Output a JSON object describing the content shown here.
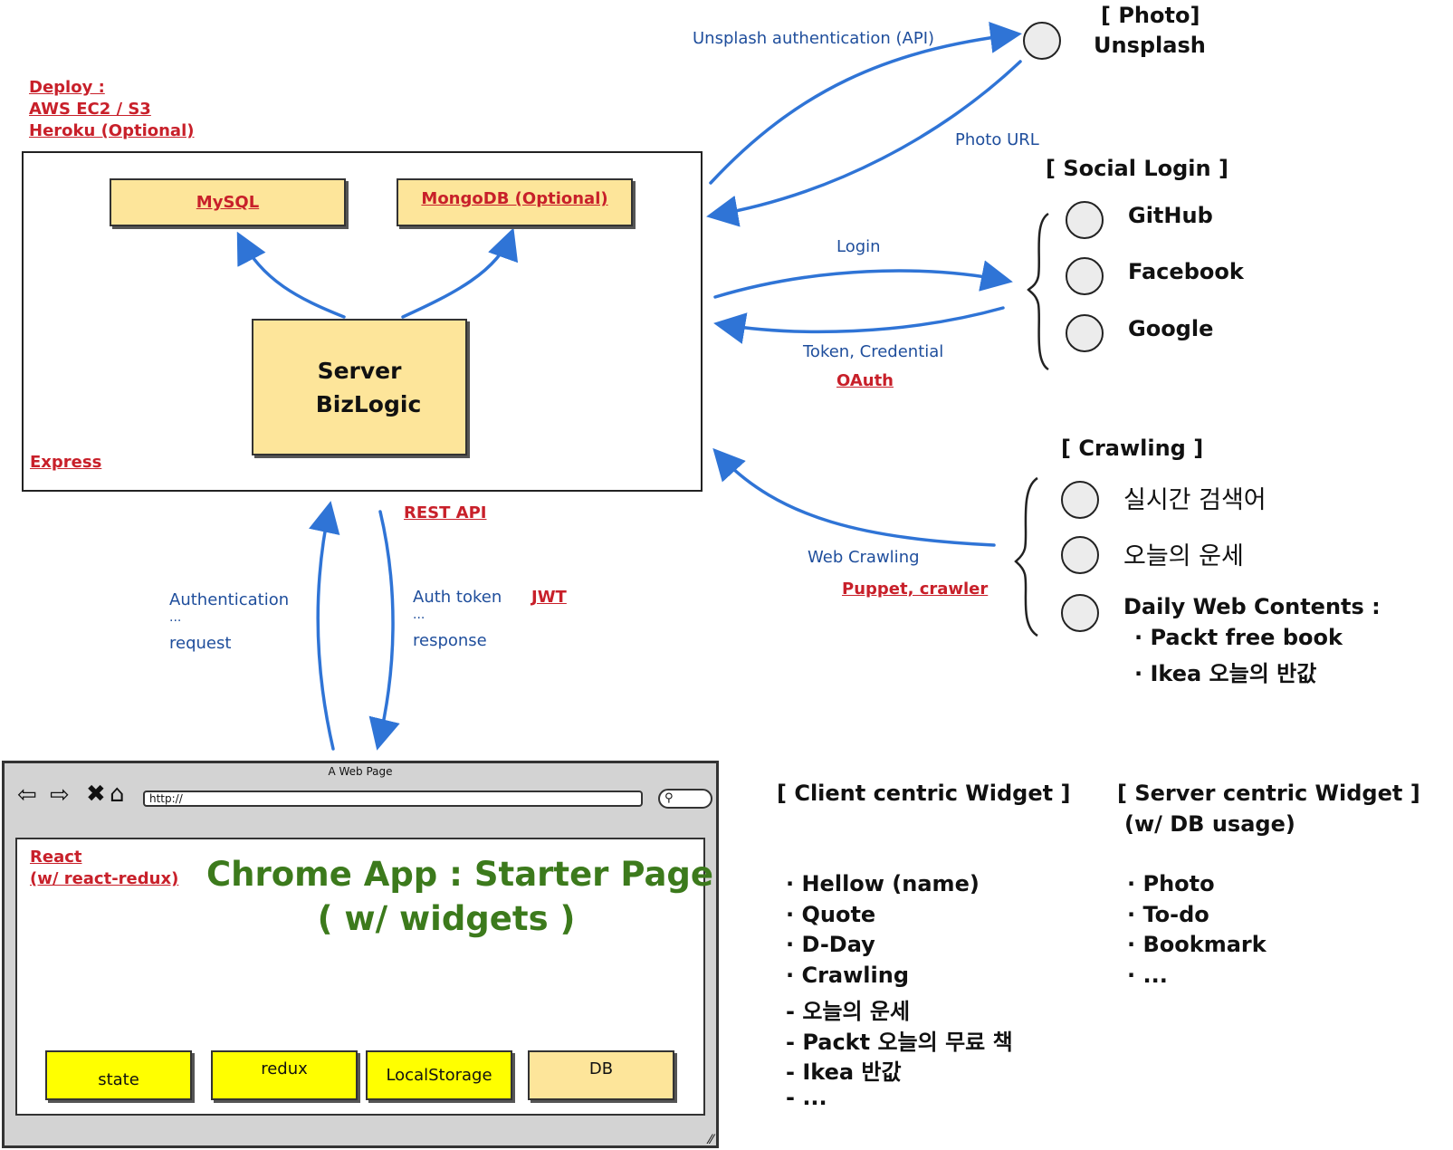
{
  "deploy": {
    "line1": "Deploy :",
    "line2": "AWS EC2 / S3",
    "line3": "Heroku (Optional)"
  },
  "server": {
    "mysql": "MySQL",
    "mongodb": "MongoDB (Optional)",
    "core_line1": "Server",
    "core_line2": "BizLogic",
    "framework": "Express"
  },
  "photo": {
    "title": "[ Photo]",
    "service": "Unsplash",
    "request_label": "Unsplash authentication (API)",
    "response_label": "Photo URL"
  },
  "social": {
    "title": "[ Social Login ]",
    "providers": [
      "GitHub",
      "Facebook",
      "Google"
    ],
    "login_label": "Login",
    "token_label": "Token, Credential",
    "protocol": "OAuth"
  },
  "crawling": {
    "title": "[ Crawling ]",
    "items": [
      "실시간 검색어",
      "오늘의 운세",
      "Daily Web Contents :"
    ],
    "sub_items": [
      "· Packt free book",
      "· Ikea 오늘의 반값"
    ],
    "arrow_label": "Web Crawling",
    "tools": "Puppet, crawler"
  },
  "api": {
    "rest_label": "REST API",
    "req_line1": "Authentication",
    "req_line2": "...",
    "req_line3": "request",
    "res_line1": "Auth token",
    "res_line2": "...",
    "res_line3": "response",
    "token_type": "JWT"
  },
  "browser": {
    "window_title": "A Web Page",
    "url": "http://",
    "framework_line1": "React",
    "framework_line2": "(w/ react-redux)",
    "app_title_line1": "Chrome App : Starter Page",
    "app_title_line2": "( w/ widgets )",
    "modules": [
      "state",
      "redux",
      "LocalStorage",
      "DB"
    ]
  },
  "client_widgets": {
    "title": "[ Client centric Widget ]",
    "items": [
      "· Hellow (name)",
      "· Quote",
      "· D-Day",
      "· Crawling",
      "- 오늘의 운세",
      "- Packt 오늘의 무료 책",
      "- Ikea 반값",
      "- ..."
    ]
  },
  "server_widgets": {
    "title_line1": "[ Server centric Widget ]",
    "title_line2": "(w/ DB usage)",
    "items": [
      "· Photo",
      "· To-do",
      "· Bookmark",
      "· ..."
    ]
  },
  "colors": {
    "arrow": "#2f74d6",
    "red_label": "#c8202a",
    "blue_label": "#1f4e9c",
    "title_green": "#3c7a1c",
    "db_fill": "#fde59a",
    "module_fill": "#ffff00"
  }
}
